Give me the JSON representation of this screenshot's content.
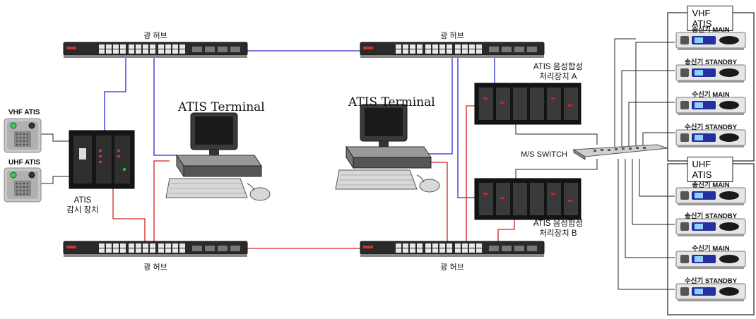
{
  "hubs": {
    "label": "광 허브"
  },
  "terminal_label": "ATIS Terminal",
  "panels": {
    "vhf": "VHF ATIS",
    "uhf": "UHF ATIS"
  },
  "monitor": {
    "line1": "ATIS",
    "line2": "감시 장치"
  },
  "synth_a": {
    "line1": "ATIS 음성합성",
    "line2": "처리장치 A"
  },
  "synth_b": {
    "line1": "ATIS 음성합성",
    "line2": "처리장치 B"
  },
  "ms_switch": "M/S SWITCH",
  "vhf_group": {
    "title": "VHF ATIS",
    "units": [
      "송신기 MAIN",
      "송신기 STANDBY",
      "수신기 MAIN",
      "수신기 STANDBY"
    ]
  },
  "uhf_group": {
    "title": "UHF ATIS",
    "units": [
      "송신기 MAIN",
      "송신기 STANDBY",
      "수신기 MAIN",
      "수신기 STANDBY"
    ]
  },
  "colors": {
    "blue_link": "#2b2bd0",
    "red_link": "#d42020",
    "black_link": "#222222"
  }
}
